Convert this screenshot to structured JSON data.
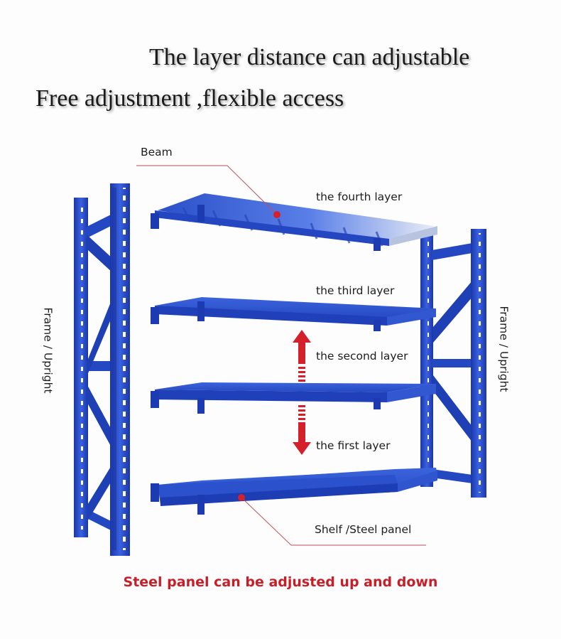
{
  "headline": {
    "line1": "The layer distance can adjustable",
    "line2": "Free adjustment ,flexible access"
  },
  "labels": {
    "beam": "Beam",
    "fourth_layer": "the fourth layer",
    "third_layer": "the third layer",
    "second_layer": "the second layer",
    "first_layer": "the first layer",
    "shelf": "Shelf /Steel panel",
    "frame_left": "Frame / Upright",
    "frame_right": "Frame / Upright"
  },
  "footer": "Steel panel can be adjusted up and down",
  "colors": {
    "rack_blue": "#2346c4",
    "rack_dark": "#17309a",
    "accent_red": "#c81e28",
    "callout_line": "#c0505a"
  }
}
